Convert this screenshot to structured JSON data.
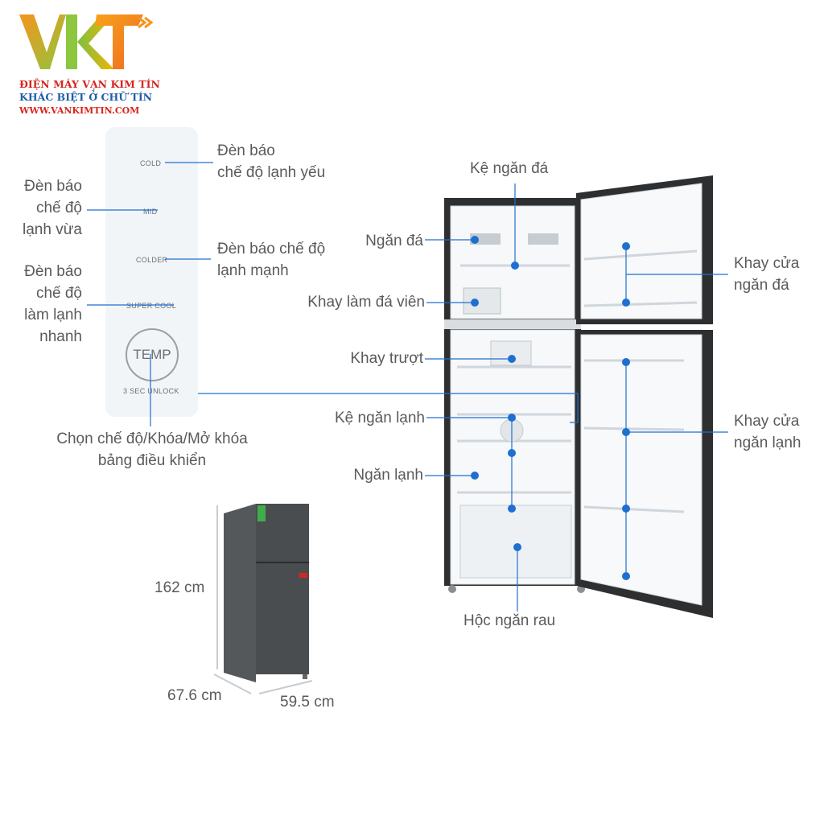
{
  "brand": {
    "logo": "VKT",
    "line1": "ĐIỆN MÁY VẠN KIM TÍN",
    "line2": "KHÁC BIỆT Ở CHỮ TÍN",
    "line3": "WWW.VANKIMTIN.COM",
    "colors": {
      "orange": "#f7941d",
      "green": "#8dc63f",
      "red": "#d7261e",
      "blue": "#1f5fa8"
    }
  },
  "control_panel": {
    "cold": "COLD",
    "mid": "MID",
    "colder": "COLDER",
    "super_cool": "SUPER COOL",
    "temp": "TEMP",
    "unlock": "3 SEC  UNLOCK"
  },
  "left_labels": {
    "cold_indicator": [
      "Đèn báo",
      "chế độ lạnh yếu"
    ],
    "mid_indicator": [
      "Đèn báo",
      "chế độ",
      "lạnh vừa"
    ],
    "colder_indicator": [
      "Đèn báo chế độ",
      "lạnh mạnh"
    ],
    "supercool_indicator": [
      "Đèn báo",
      "chế độ",
      "làm lạnh",
      "nhanh"
    ],
    "temp_button": [
      "Chọn chế độ/Khóa/Mở khóa",
      "bảng điều khiển"
    ]
  },
  "fridge_labels": {
    "freezer_shelf": "Kệ ngăn đá",
    "freezer": "Ngăn đá",
    "ice_tray": "Khay làm đá viên",
    "sliding_tray": "Khay trượt",
    "fridge_shelf": "Kệ ngăn lạnh",
    "fridge": "Ngăn lạnh",
    "crisper": "Hộc ngăn rau",
    "freezer_door": [
      "Khay cửa",
      "ngăn đá"
    ],
    "fridge_door": [
      "Khay cửa",
      "ngăn lạnh"
    ]
  },
  "dimensions": {
    "height": "162 cm",
    "depth": "67.6 cm",
    "width": "59.5 cm"
  },
  "accent_color": "#1f6fd1"
}
